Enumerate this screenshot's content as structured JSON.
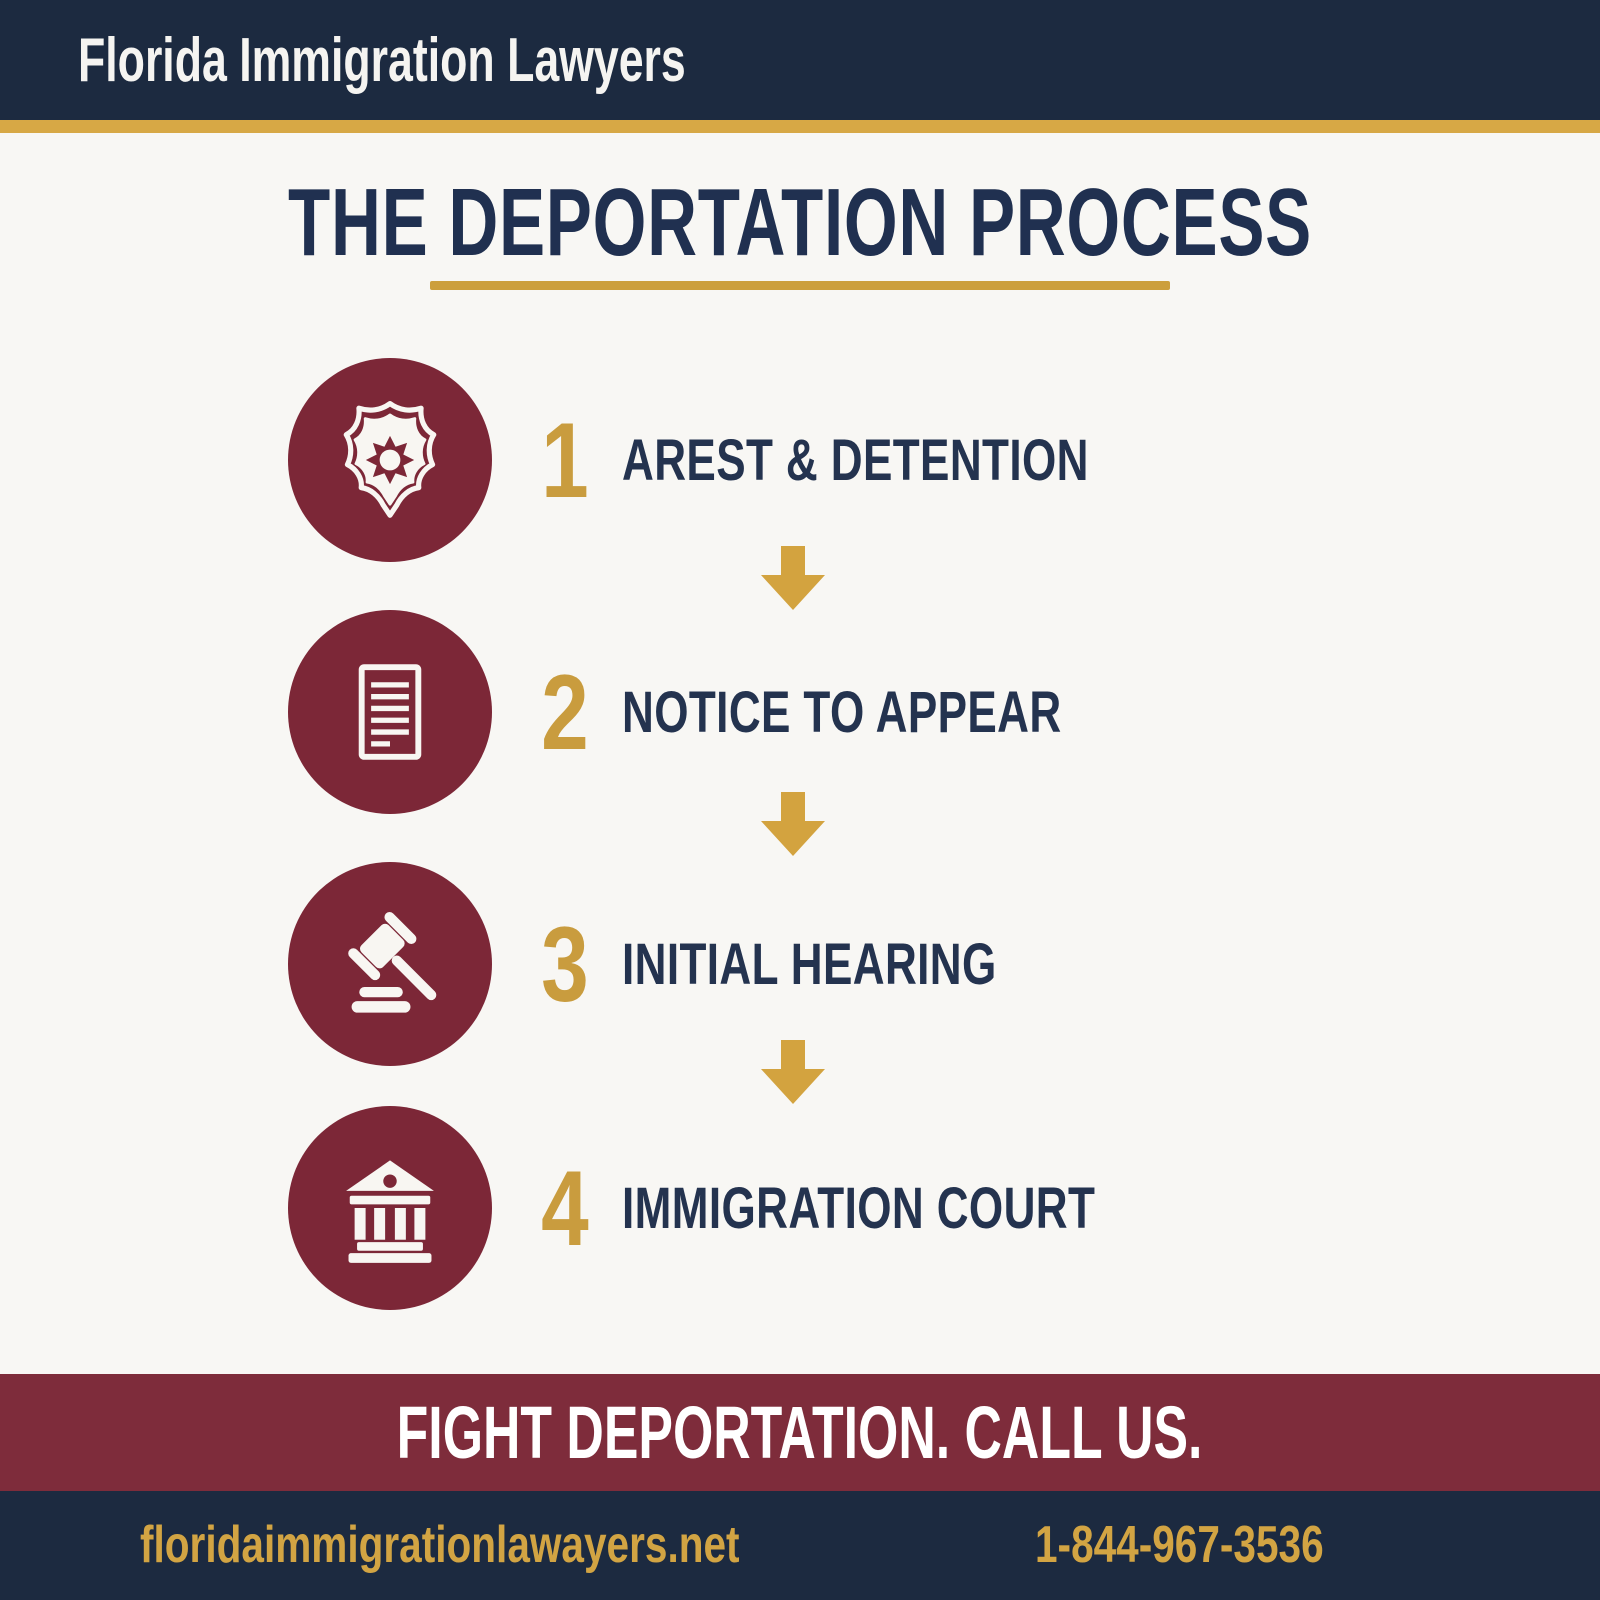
{
  "header": {
    "brand": "Florida Immigration Lawyers"
  },
  "title": "THE DEPORTATION PROCESS",
  "steps": [
    {
      "number": "1",
      "label": "AREST & DETENTION",
      "icon": "police-badge-icon"
    },
    {
      "number": "2",
      "label": "NOTICE TO APPEAR",
      "icon": "document-icon"
    },
    {
      "number": "3",
      "label": "INITIAL HEARING",
      "icon": "gavel-icon"
    },
    {
      "number": "4",
      "label": "IMMIGRATION COURT",
      "icon": "courthouse-icon"
    }
  ],
  "cta": {
    "text": "FIGHT DEPORTATION. CALL US."
  },
  "footer": {
    "website": "floridaimmigrationlawayers.net",
    "phone": "1-844-967-3536"
  },
  "colors": {
    "navy": "#1c2a40",
    "navy_text": "#20304e",
    "maroon_circle": "#7c2737",
    "maroon_bar": "#7e2c3b",
    "gold": "#cda041",
    "gold_stripe": "#d7a845",
    "background": "#f8f7f4",
    "white": "#ffffff"
  }
}
